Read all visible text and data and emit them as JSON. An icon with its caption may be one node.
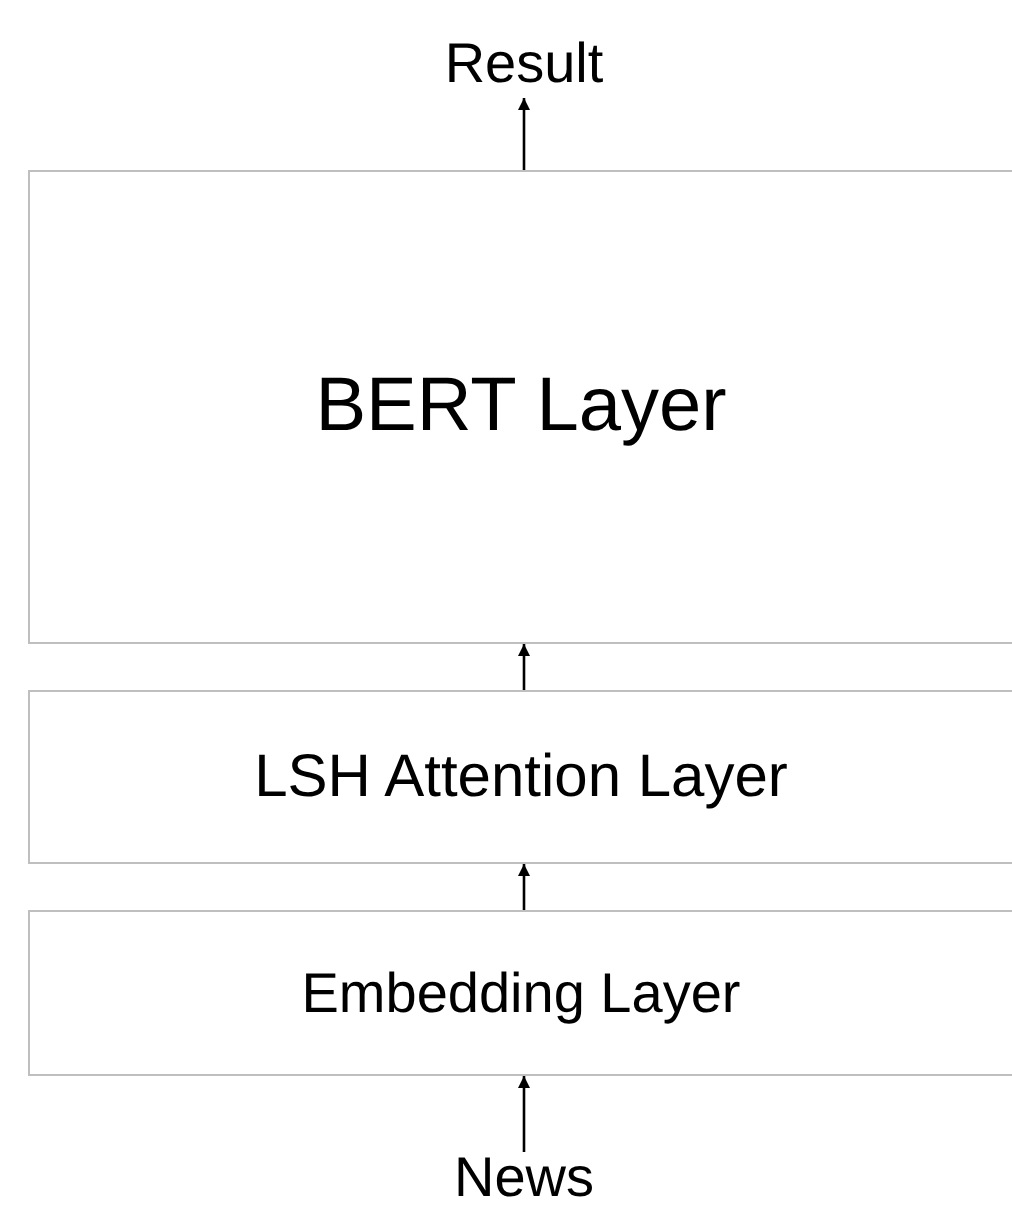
{
  "diagram": {
    "nodes": [
      {
        "text": [
          "Result"
        ]
      },
      {
        "text": [
          "BERT Layer"
        ]
      },
      {
        "text": [
          "LSH Attention Layer"
        ]
      },
      {
        "text": [
          "Embedding Layer"
        ]
      },
      {
        "text": [
          "News"
        ]
      }
    ],
    "edges": [
      {
        "from": 4,
        "to": 3,
        "arrow": "to"
      },
      {
        "from": 3,
        "to": 2,
        "arrow": "to"
      },
      {
        "from": 2,
        "to": 1,
        "arrow": "to"
      },
      {
        "from": 1,
        "to": 0,
        "arrow": "to"
      }
    ]
  }
}
